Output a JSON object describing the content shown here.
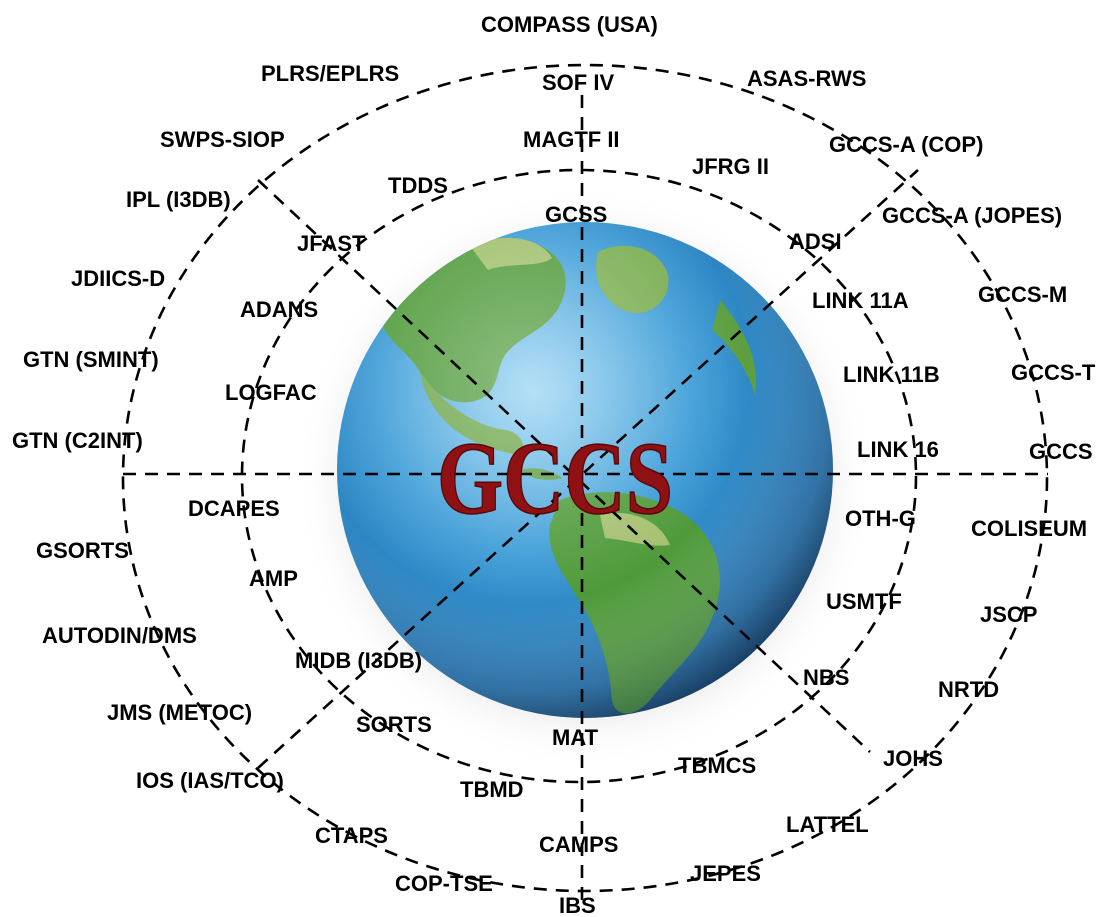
{
  "center": {
    "title": "GCCS"
  },
  "labels": {
    "compass_usa": "COMPASS (USA)",
    "plrs_eplrs": "PLRS/EPLRS",
    "sof_iv": "SOF IV",
    "asas_rws": "ASAS-RWS",
    "swps_siop": "SWPS-SIOP",
    "magtf_ii": "MAGTF II",
    "gccs_a_cop": "GCCS-A (COP)",
    "ipl_i3db": "IPL (I3DB)",
    "tdds": "TDDS",
    "jfrg_ii": "JFRG II",
    "gccs_a_jopes": "GCCS-A (JOPES)",
    "gcss": "GCSS",
    "jfast": "JFAST",
    "adsi": "ADSI",
    "jdiics_d": "JDIICS-D",
    "gccs_m": "GCCS-M",
    "adans": "ADANS",
    "link_11a": "LINK 11A",
    "gtn_smint": "GTN (SMINT)",
    "gccs_t": "GCCS-T",
    "logfac": "LOGFAC",
    "link_11b": "LINK 11B",
    "gtn_c2int": "GTN (C2INT)",
    "link_16": "LINK 16",
    "gccs": "GCCS",
    "dcapes": "DCAPES",
    "oth_g": "OTH-G",
    "coliseum": "COLISEUM",
    "gsorts": "GSORTS",
    "amp": "AMP",
    "usmtf": "USMTF",
    "jscp": "JSCP",
    "autodin_dms": "AUTODIN/DMS",
    "midb_i3db": "MIDB (I3DB)",
    "nbs": "NBS",
    "nrtd": "NRTD",
    "jms_metoc": "JMS (METOC)",
    "sorts": "SORTS",
    "mat": "MAT",
    "ios_ias_tco": "IOS (IAS/TCO)",
    "tbmcs": "TBMCS",
    "johs": "JOHS",
    "tbmd": "TBMD",
    "lattel": "LATTEL",
    "ctaps": "CTAPS",
    "camps": "CAMPS",
    "cop_tse": "COP-TSE",
    "jepes": "JEPES",
    "ibs": "IBS"
  },
  "colors": {
    "center_text": "#8f1113",
    "ocean": "#2f8fcf",
    "land": "#4f9a3a",
    "lines": "#000000"
  }
}
